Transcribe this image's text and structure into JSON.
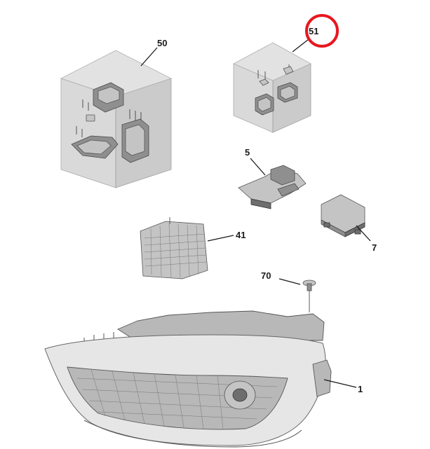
{
  "callouts": {
    "c50": "50",
    "c51": "51",
    "c5": "5",
    "c41": "41",
    "c7": "7",
    "c70": "70",
    "c1": "1"
  },
  "highlight": {
    "target": "51",
    "color": "#e8171e"
  }
}
